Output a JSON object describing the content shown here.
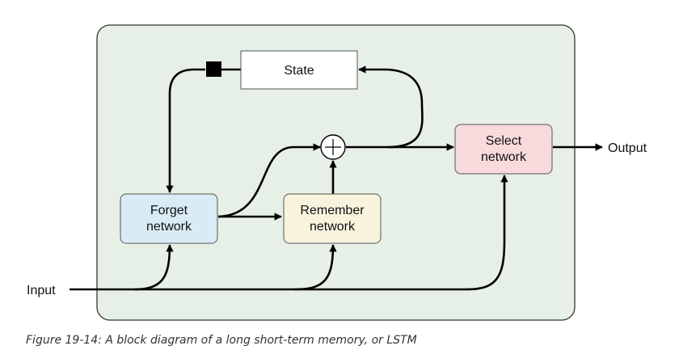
{
  "diagram": {
    "blocks": {
      "state": "State",
      "forget": [
        "Forget",
        "network"
      ],
      "remember": [
        "Remember",
        "network"
      ],
      "select": [
        "Select",
        "network"
      ]
    },
    "terminals": {
      "input": "Input",
      "output": "Output"
    },
    "colors": {
      "panel": "#e7f0e6",
      "state": "#ffffff",
      "forget": "#d9ecf5",
      "remember": "#f8f3dd",
      "select": "#f8d9dc"
    }
  },
  "caption": "Figure 19-14: A block diagram of a long short-term memory, or LSTM"
}
